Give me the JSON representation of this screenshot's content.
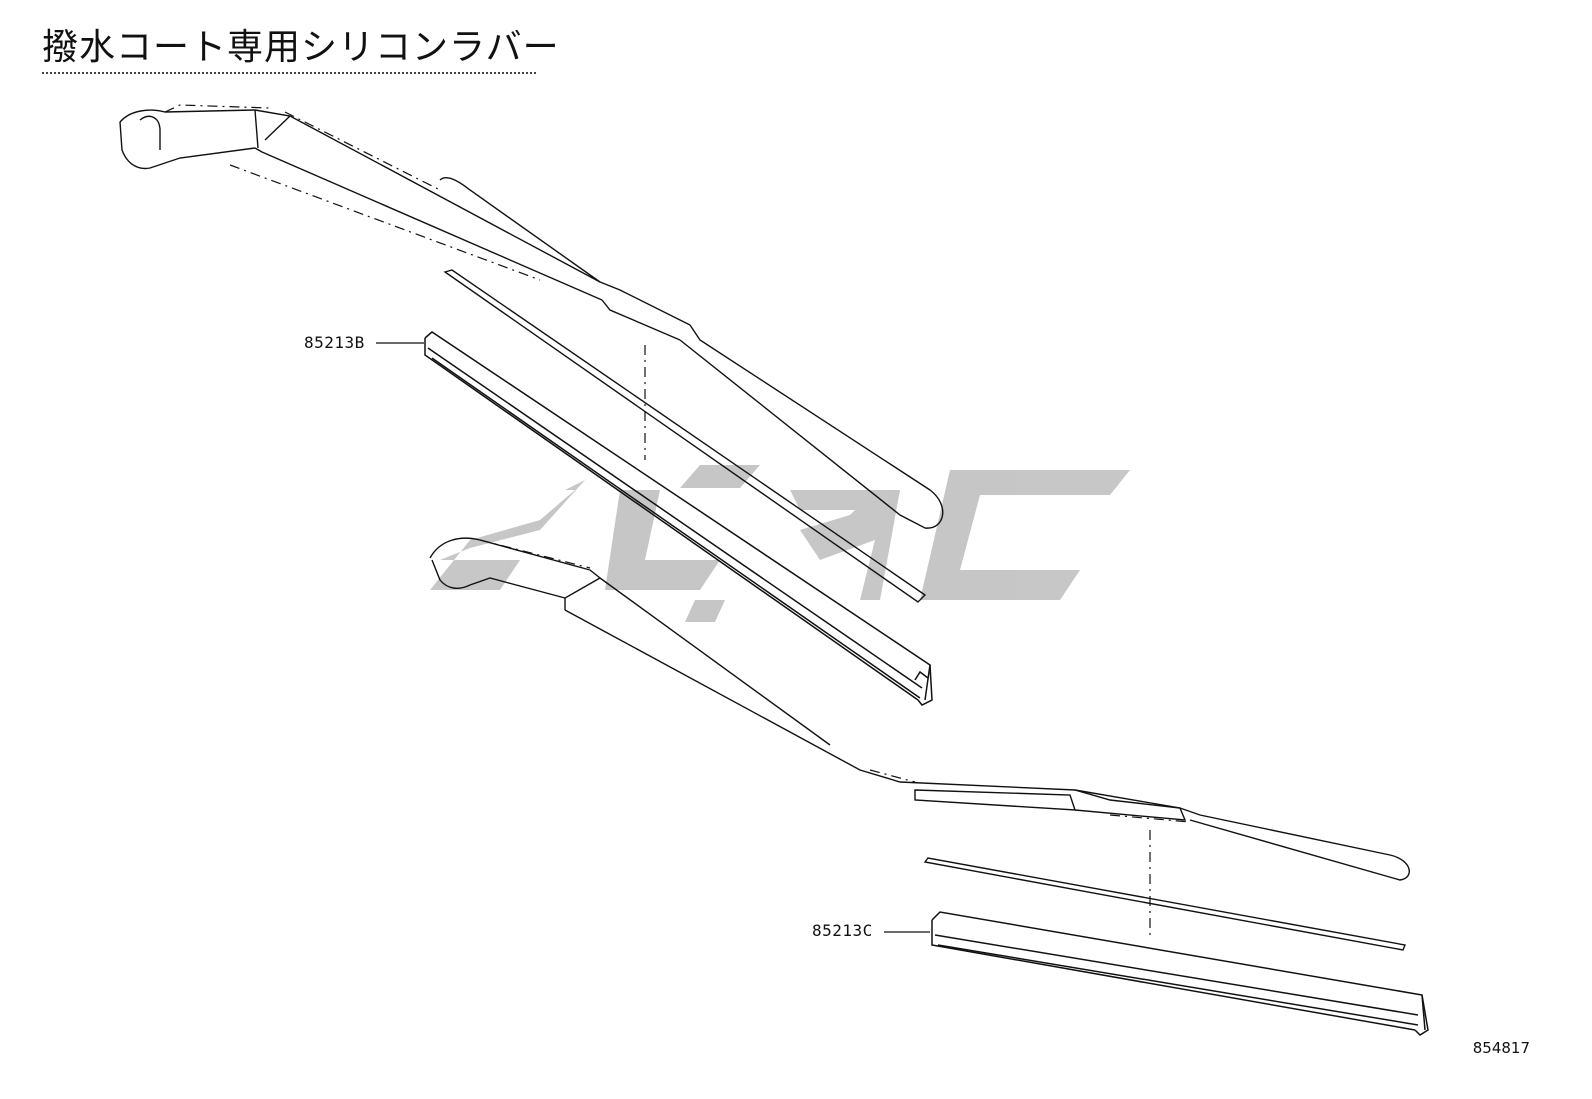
{
  "title": "撥水コート専用シリコンラバー",
  "parts": [
    {
      "label": "85213B"
    },
    {
      "label": "85213C"
    }
  ],
  "diagram_id": "854817",
  "watermark": {
    "icon": "watermark-logo-icon",
    "color": "#c4c4c4"
  },
  "line_color": "#111111"
}
